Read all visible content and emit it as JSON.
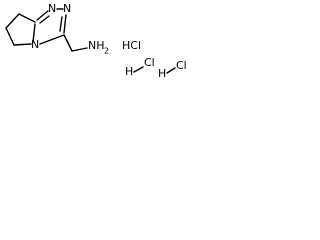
{
  "molecule": {
    "atoms": {
      "n1": "N",
      "n2": "N",
      "n4": "N",
      "amine": "NH",
      "amine_h": "2"
    },
    "salt": {
      "hcl_1": "HCl",
      "hcl_2": "H",
      "hcl_2_cl": "Cl",
      "hcl_3": "H",
      "hcl_3_cl": "Cl"
    }
  }
}
